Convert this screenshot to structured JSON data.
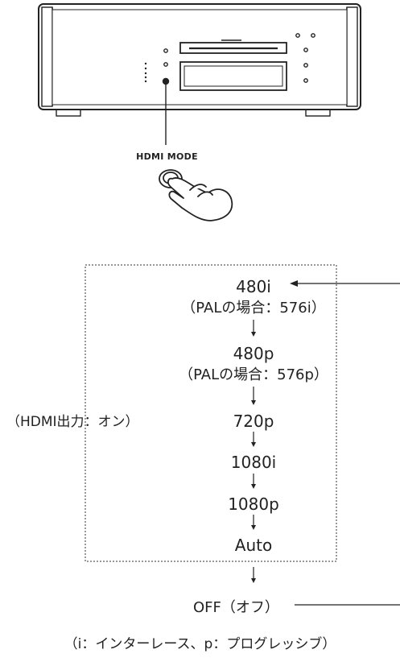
{
  "button_label": "HDMI MODE",
  "hdmi_output_label": "（HDMI出力：オン）",
  "steps": [
    {
      "main": "480i",
      "sub": "（PALの場合：576i）"
    },
    {
      "main": "480p",
      "sub": "（PALの場合：576p）"
    },
    {
      "main": "720p"
    },
    {
      "main": "1080i"
    },
    {
      "main": "1080p"
    },
    {
      "main": "Auto"
    }
  ],
  "off_label": "OFF（オフ）",
  "legend": "（i：インターレース、p：プログレッシブ）"
}
